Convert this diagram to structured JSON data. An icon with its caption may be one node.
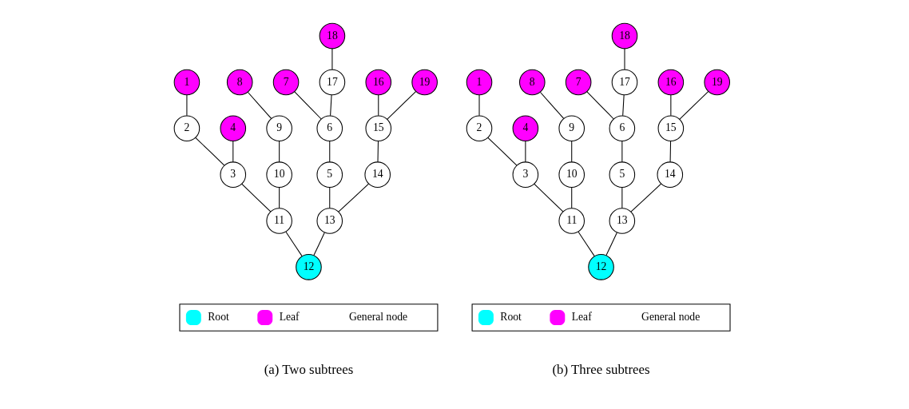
{
  "diagram": {
    "nodes": [
      {
        "text": [
          "1"
        ]
      },
      {
        "text": [
          "2"
        ]
      },
      {
        "text": [
          "3"
        ]
      },
      {
        "text": [
          "4"
        ]
      },
      {
        "text": [
          "5"
        ]
      },
      {
        "text": [
          "6"
        ]
      },
      {
        "text": [
          "7"
        ]
      },
      {
        "text": [
          "8"
        ]
      },
      {
        "text": [
          "9"
        ]
      },
      {
        "text": [
          "10"
        ]
      },
      {
        "text": [
          "11"
        ]
      },
      {
        "text": [
          "12"
        ]
      },
      {
        "text": [
          "13"
        ]
      },
      {
        "text": [
          "14"
        ]
      },
      {
        "text": [
          "15"
        ]
      },
      {
        "text": [
          "16"
        ]
      },
      {
        "text": [
          "17"
        ]
      },
      {
        "text": [
          "18"
        ]
      },
      {
        "text": [
          "19"
        ]
      },
      {
        "text": [
          "1"
        ]
      },
      {
        "text": [
          "2"
        ]
      },
      {
        "text": [
          "3"
        ]
      },
      {
        "text": [
          "4"
        ]
      },
      {
        "text": [
          "5"
        ]
      },
      {
        "text": [
          "6"
        ]
      },
      {
        "text": [
          "7"
        ]
      },
      {
        "text": [
          "8"
        ]
      },
      {
        "text": [
          "9"
        ]
      },
      {
        "text": [
          "10"
        ]
      },
      {
        "text": [
          "11"
        ]
      },
      {
        "text": [
          "12"
        ]
      },
      {
        "text": [
          "13"
        ]
      },
      {
        "text": [
          "14"
        ]
      },
      {
        "text": [
          "15"
        ]
      },
      {
        "text": [
          "16"
        ]
      },
      {
        "text": [
          "17"
        ]
      },
      {
        "text": [
          "18"
        ]
      },
      {
        "text": [
          "19"
        ]
      }
    ],
    "edges": [
      {
        "from": 11,
        "to": 12,
        "arrow": "none"
      },
      {
        "from": 12,
        "to": 4,
        "arrow": "none"
      },
      {
        "from": 4,
        "to": 5,
        "arrow": "none"
      },
      {
        "from": 5,
        "to": 16,
        "arrow": "none"
      },
      {
        "from": 16,
        "to": 17,
        "arrow": "none"
      },
      {
        "from": 5,
        "to": 6,
        "arrow": "none"
      },
      {
        "from": 12,
        "to": 13,
        "arrow": "none"
      },
      {
        "from": 13,
        "to": 14,
        "arrow": "none"
      },
      {
        "from": 14,
        "to": 15,
        "arrow": "none"
      },
      {
        "from": 14,
        "to": 18,
        "arrow": "none"
      },
      {
        "from": 11,
        "to": 10,
        "arrow": "none"
      },
      {
        "from": 10,
        "to": 2,
        "arrow": "none"
      },
      {
        "from": 2,
        "to": 3,
        "arrow": "none"
      },
      {
        "from": 2,
        "to": 1,
        "arrow": "none"
      },
      {
        "from": 1,
        "to": 0,
        "arrow": "none"
      },
      {
        "from": 10,
        "to": 9,
        "arrow": "none"
      },
      {
        "from": 9,
        "to": 8,
        "arrow": "none"
      },
      {
        "from": 8,
        "to": 7,
        "arrow": "none"
      },
      {
        "from": 30,
        "to": 31,
        "arrow": "none"
      },
      {
        "from": 31,
        "to": 23,
        "arrow": "none"
      },
      {
        "from": 23,
        "to": 24,
        "arrow": "none"
      },
      {
        "from": 24,
        "to": 35,
        "arrow": "none"
      },
      {
        "from": 35,
        "to": 36,
        "arrow": "none"
      },
      {
        "from": 24,
        "to": 25,
        "arrow": "none"
      },
      {
        "from": 31,
        "to": 32,
        "arrow": "none"
      },
      {
        "from": 32,
        "to": 33,
        "arrow": "none"
      },
      {
        "from": 33,
        "to": 34,
        "arrow": "none"
      },
      {
        "from": 33,
        "to": 37,
        "arrow": "none"
      },
      {
        "from": 30,
        "to": 29,
        "arrow": "none"
      },
      {
        "from": 29,
        "to": 21,
        "arrow": "none"
      },
      {
        "from": 21,
        "to": 22,
        "arrow": "none"
      },
      {
        "from": 21,
        "to": 20,
        "arrow": "none"
      },
      {
        "from": 20,
        "to": 19,
        "arrow": "none"
      },
      {
        "from": 29,
        "to": 28,
        "arrow": "none"
      },
      {
        "from": 28,
        "to": 27,
        "arrow": "none"
      },
      {
        "from": 27,
        "to": 26,
        "arrow": "none"
      }
    ],
    "labels": [
      "(a) Two subtrees",
      "(b) Three subtrees"
    ],
    "legend": [
      {
        "text": "Root",
        "color": "#00ffff"
      },
      {
        "text": "Leaf",
        "color": "#ff00ff"
      },
      {
        "text": "General node",
        "color": "#ffffff"
      },
      {
        "text": "Root",
        "color": "#00ffff"
      },
      {
        "text": "Leaf",
        "color": "#ff00ff"
      },
      {
        "text": "General node",
        "color": "#ffffff"
      }
    ]
  }
}
